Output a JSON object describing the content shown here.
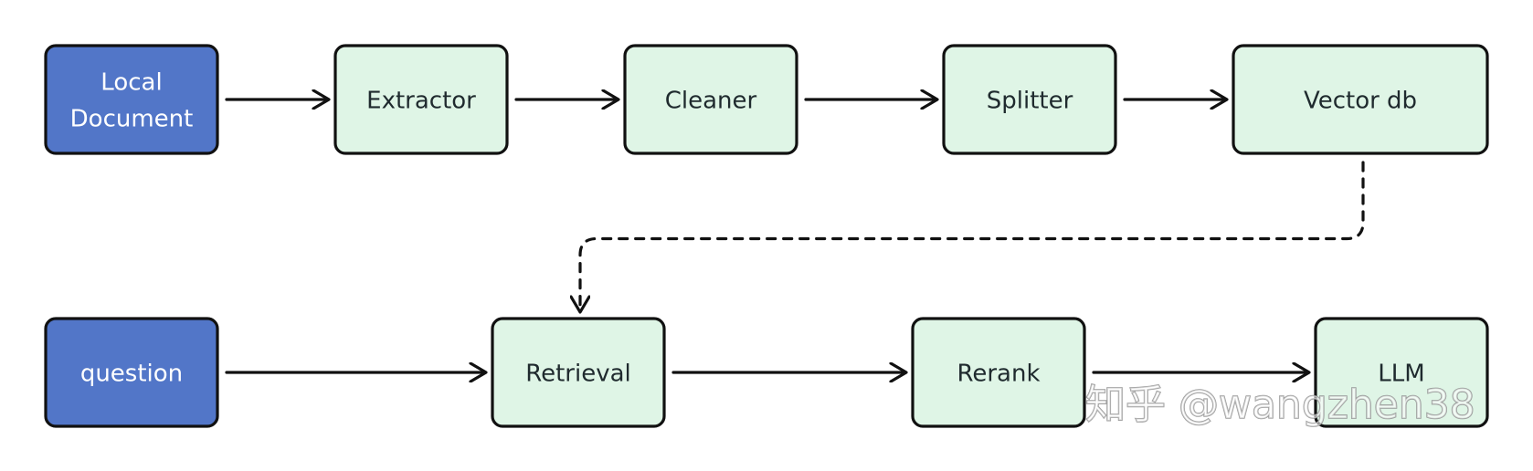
{
  "diagram": {
    "colors": {
      "input_fill": "#5276c8",
      "process_fill": "#dff5e6",
      "stroke": "#111111",
      "input_text": "#ffffff",
      "process_text": "#1f2a2e"
    },
    "nodes": {
      "local_document": {
        "lines": [
          "Local",
          "Document"
        ],
        "kind": "input"
      },
      "extractor": {
        "lines": [
          "Extractor"
        ],
        "kind": "process"
      },
      "cleaner": {
        "lines": [
          "Cleaner"
        ],
        "kind": "process"
      },
      "splitter": {
        "lines": [
          "Splitter"
        ],
        "kind": "process"
      },
      "vector_db": {
        "lines": [
          "Vector db"
        ],
        "kind": "process"
      },
      "question": {
        "lines": [
          "question"
        ],
        "kind": "input"
      },
      "retrieval": {
        "lines": [
          "Retrieval"
        ],
        "kind": "process"
      },
      "rerank": {
        "lines": [
          "Rerank"
        ],
        "kind": "process"
      },
      "llm": {
        "lines": [
          "LLM"
        ],
        "kind": "process"
      }
    },
    "edges": [
      {
        "from": "local_document",
        "to": "extractor",
        "style": "solid"
      },
      {
        "from": "extractor",
        "to": "cleaner",
        "style": "solid"
      },
      {
        "from": "cleaner",
        "to": "splitter",
        "style": "solid"
      },
      {
        "from": "splitter",
        "to": "vector_db",
        "style": "solid"
      },
      {
        "from": "vector_db",
        "to": "retrieval",
        "style": "dashed"
      },
      {
        "from": "question",
        "to": "retrieval",
        "style": "solid"
      },
      {
        "from": "retrieval",
        "to": "rerank",
        "style": "solid"
      },
      {
        "from": "rerank",
        "to": "llm",
        "style": "solid"
      }
    ]
  },
  "watermark": {
    "text": "知乎 @wangzhen38"
  }
}
